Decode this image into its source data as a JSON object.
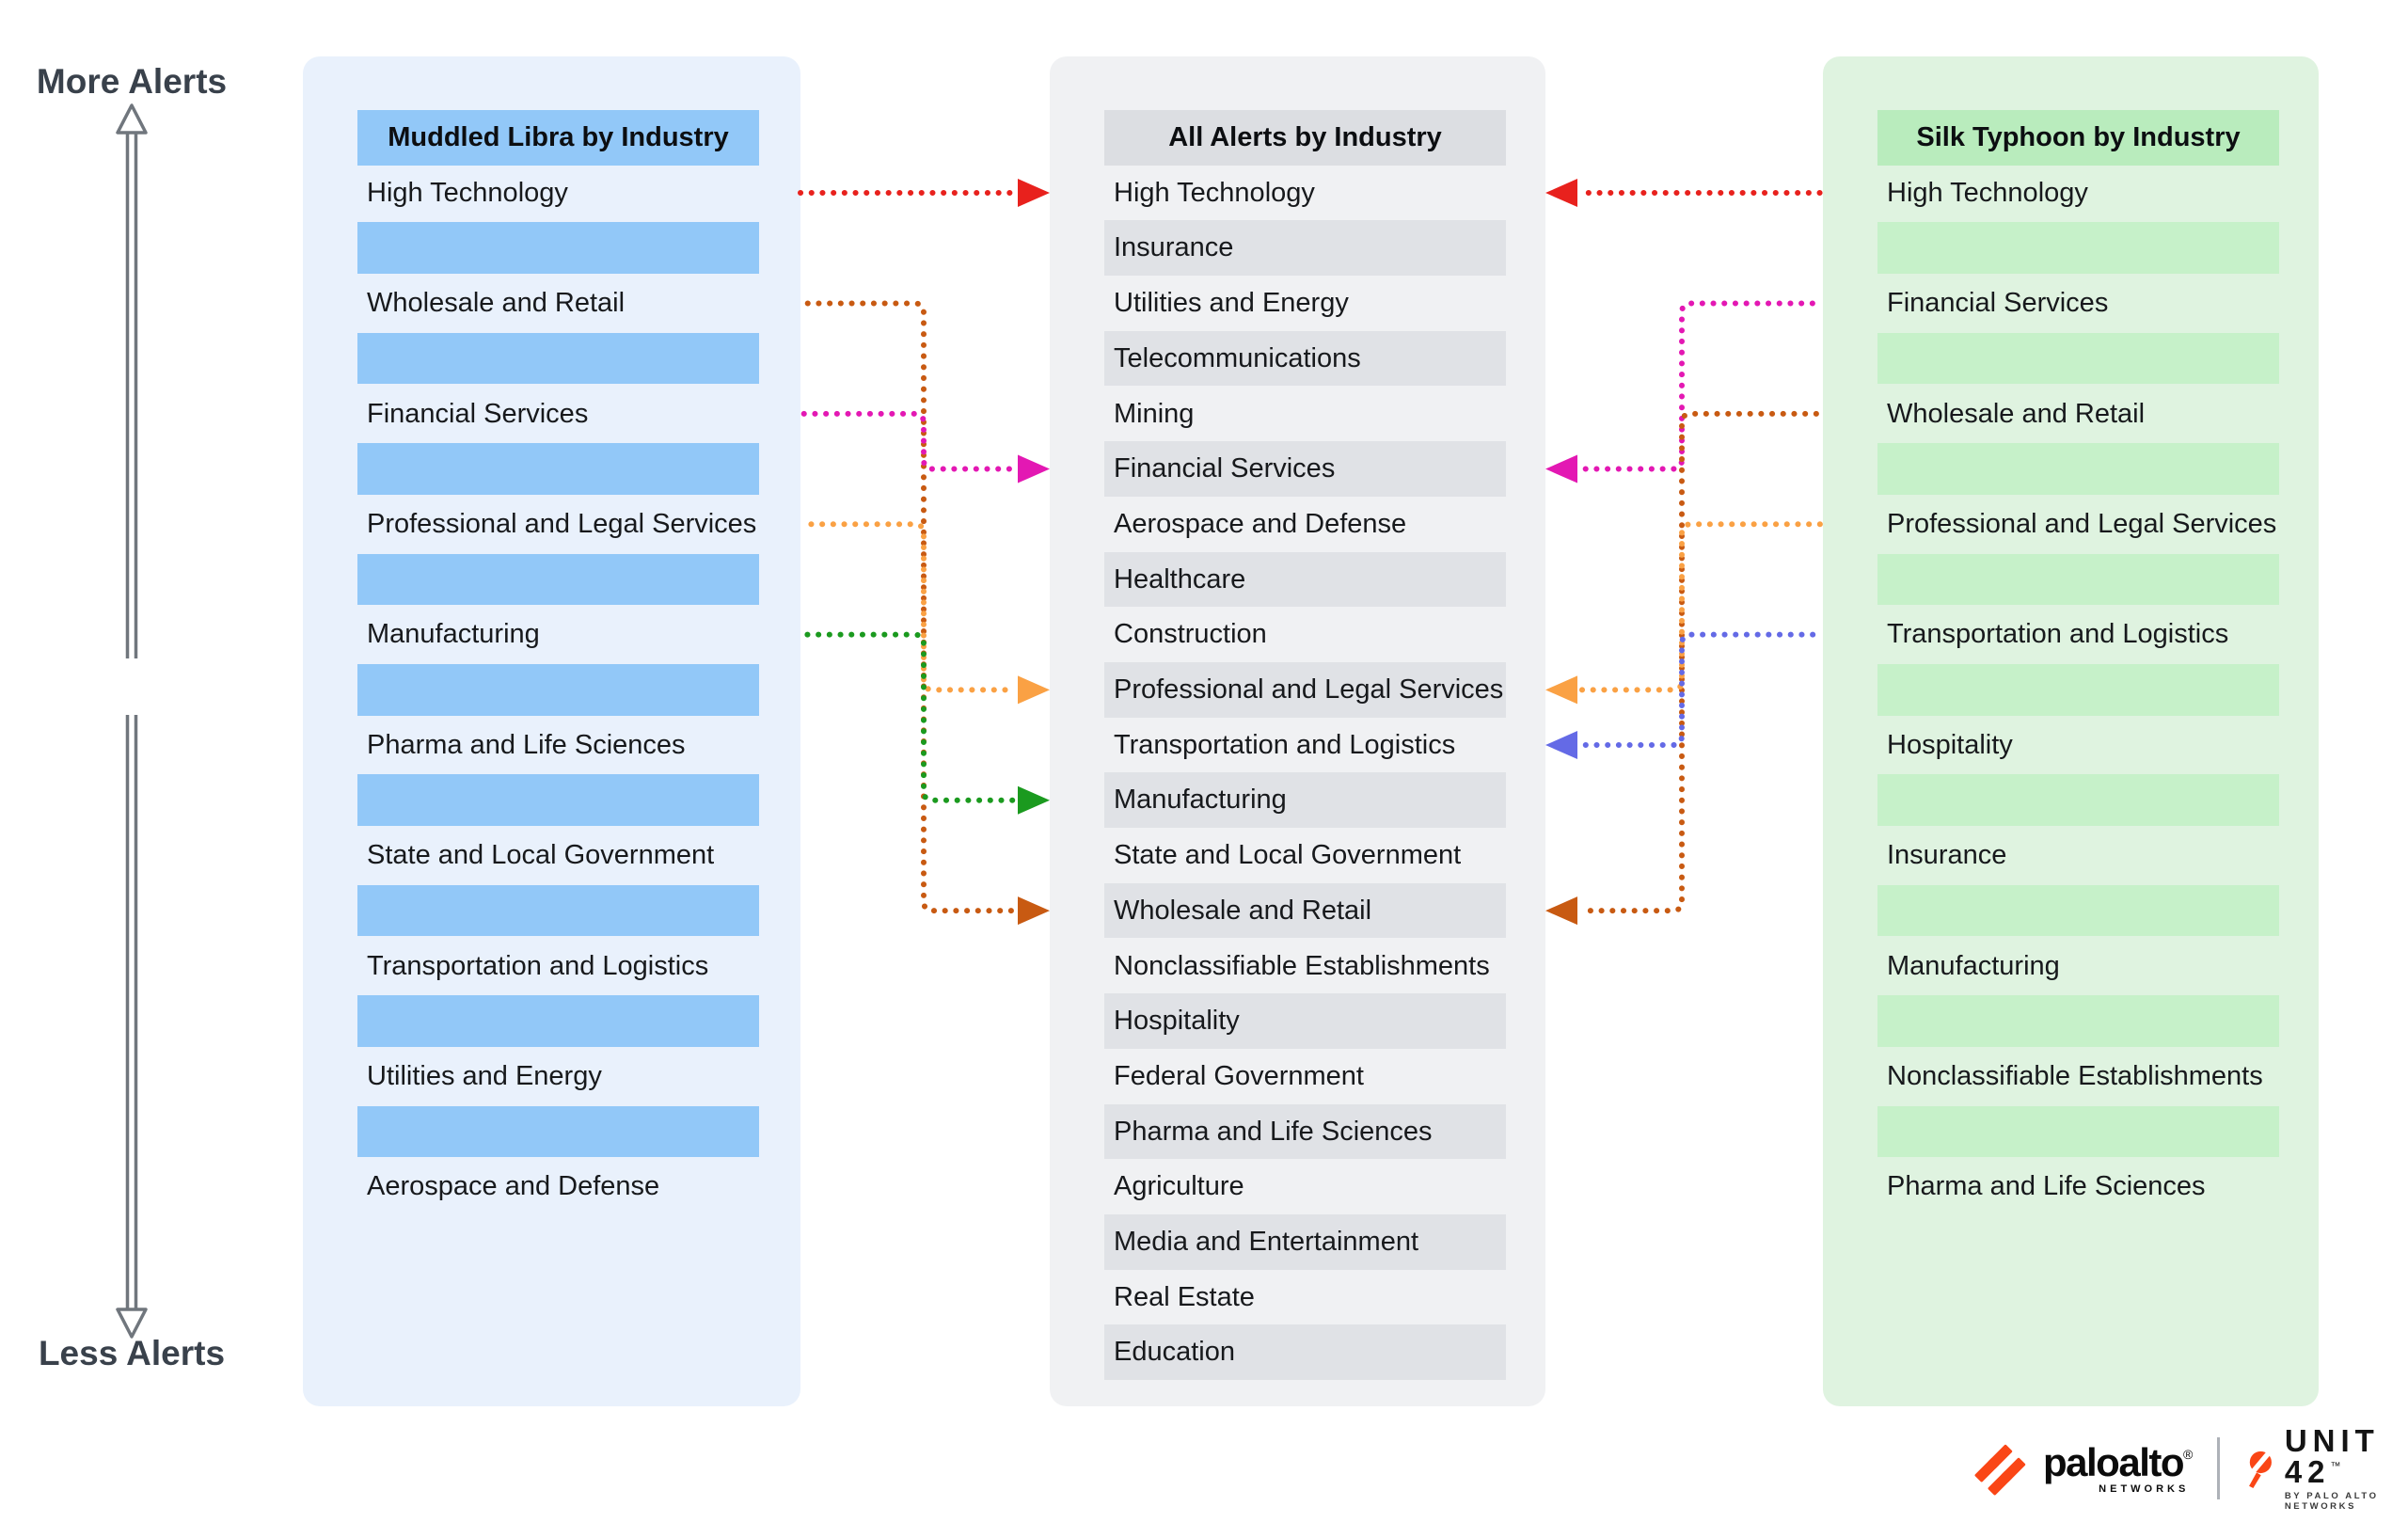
{
  "axis": {
    "more_label": "More Alerts",
    "less_label": "Less Alerts"
  },
  "columns": {
    "left": {
      "title": "Muddled Libra by Industry",
      "panel_bg": "#e9f1fc",
      "header_bg": "#92c8f8",
      "bar_color": "#92c8f8",
      "items": [
        "High Technology",
        "Wholesale and Retail",
        "Financial Services",
        "Professional and Legal Services",
        "Manufacturing",
        "Pharma and Life Sciences",
        "State and Local Government",
        "Transportation and Logistics",
        "Utilities and Energy",
        "Aerospace and Defense"
      ]
    },
    "middle": {
      "title": "All Alerts by Industry",
      "panel_bg": "#f0f1f3",
      "header_bg": "#dcdee2",
      "band_bg": "#e0e2e6",
      "items": [
        "High Technology",
        "Insurance",
        "Utilities and Energy",
        "Telecommunications",
        "Mining",
        "Financial Services",
        "Aerospace and Defense",
        "Healthcare",
        "Construction",
        "Professional and Legal Services",
        "Transportation and Logistics",
        "Manufacturing",
        "State and Local Government",
        "Wholesale and Retail",
        "Nonclassifiable Establishments",
        "Hospitality",
        "Federal Government",
        "Pharma and Life Sciences",
        "Agriculture",
        "Media and Entertainment",
        "Real Estate",
        "Education"
      ]
    },
    "right": {
      "title": "Silk Typhoon by Industry",
      "panel_bg": "#dff3e0",
      "header_bg": "#b9ecbd",
      "bar_color": "#c6f1c9",
      "items": [
        "High Technology",
        "Financial Services",
        "Wholesale and Retail",
        "Professional and Legal Services",
        "Transportation and Logistics",
        "Hospitality",
        "Insurance",
        "Manufacturing",
        "Nonclassifiable Establishments",
        "Pharma and Life Sciences"
      ]
    }
  },
  "connectors": [
    {
      "side": "left",
      "from": "High Technology",
      "to": "High Technology",
      "color": "#e8211d"
    },
    {
      "side": "left",
      "from": "Wholesale and Retail",
      "to": "Wholesale and Retail",
      "color": "#c85a12"
    },
    {
      "side": "left",
      "from": "Financial Services",
      "to": "Financial Services",
      "color": "#e318b3"
    },
    {
      "side": "left",
      "from": "Professional and Legal Services",
      "to": "Professional and Legal Services",
      "color": "#faa144"
    },
    {
      "side": "left",
      "from": "Manufacturing",
      "to": "Manufacturing",
      "color": "#1b9a1f"
    },
    {
      "side": "right",
      "from": "High Technology",
      "to": "High Technology",
      "color": "#e8211d"
    },
    {
      "side": "right",
      "from": "Financial Services",
      "to": "Financial Services",
      "color": "#e318b3"
    },
    {
      "side": "right",
      "from": "Wholesale and Retail",
      "to": "Wholesale and Retail",
      "color": "#c85a12"
    },
    {
      "side": "right",
      "from": "Professional and Legal Services",
      "to": "Professional and Legal Services",
      "color": "#faa144"
    },
    {
      "side": "right",
      "from": "Transportation and Logistics",
      "to": "Transportation and Logistics",
      "color": "#646ae6"
    }
  ],
  "axis_arrow_color": "#70767d",
  "footer": {
    "brand": "paloalto",
    "brand_reg": "®",
    "brand_sub": "NETWORKS",
    "brand_color": "#fa4616",
    "unit": "UNIT 42",
    "unit_tm": "™",
    "unit_sub": "BY PALO ALTO NETWORKS"
  }
}
